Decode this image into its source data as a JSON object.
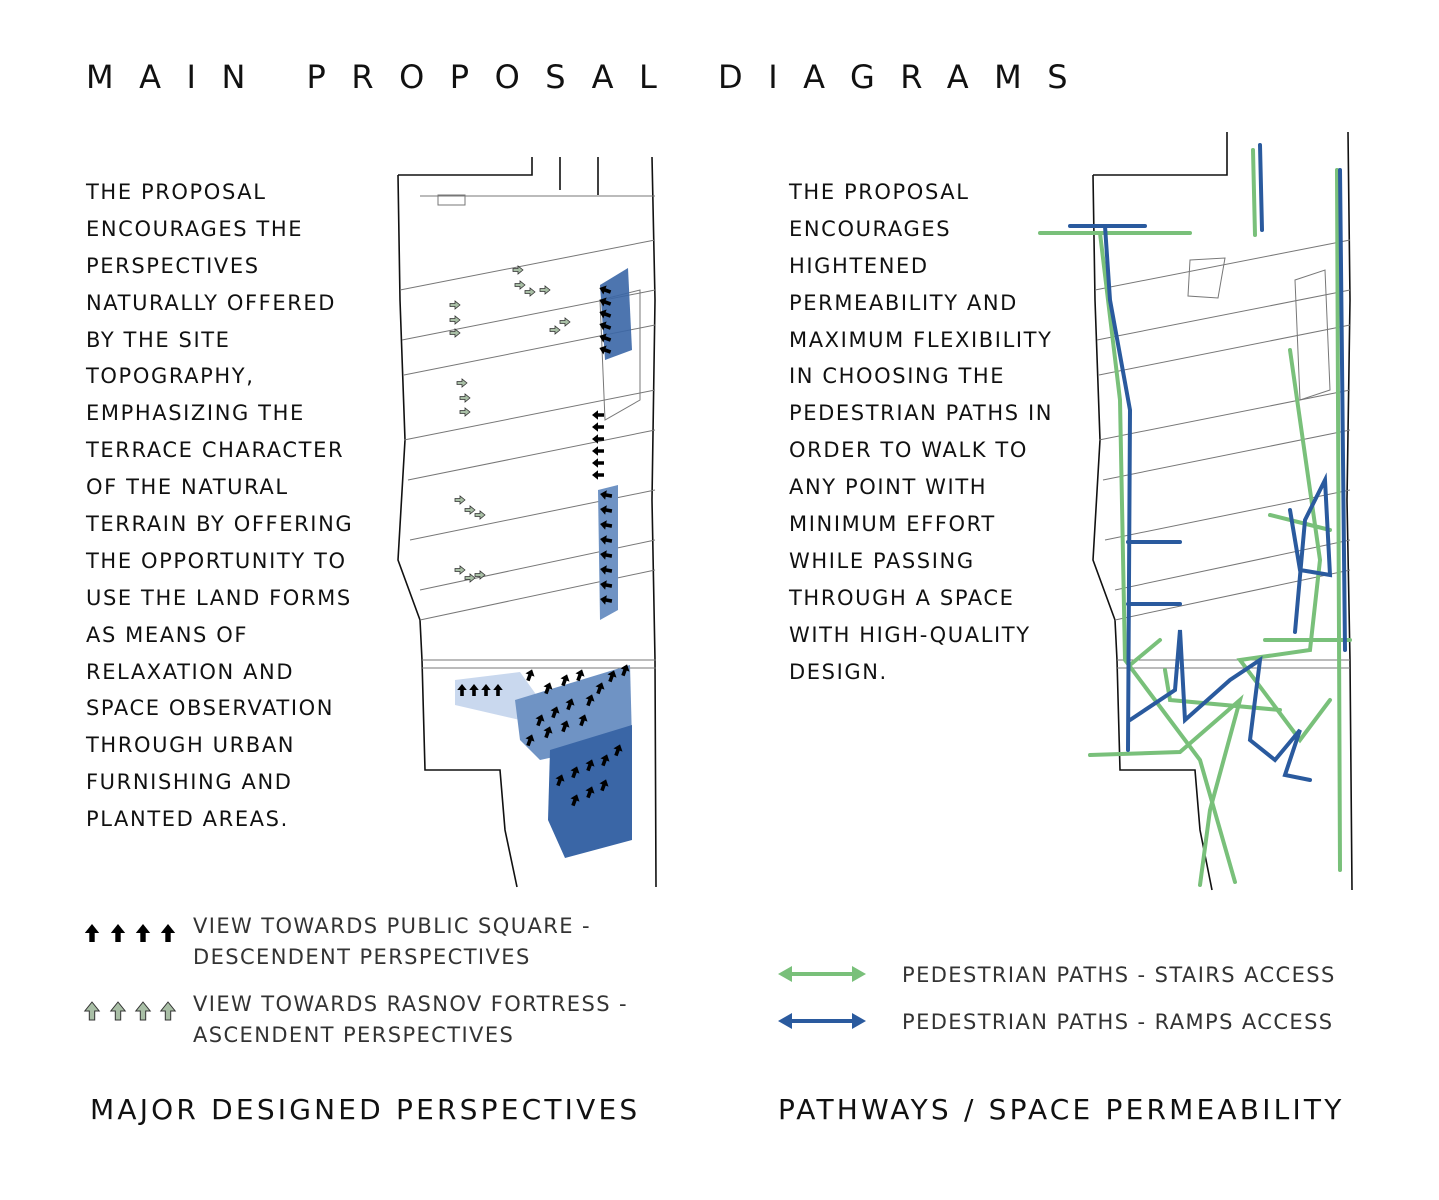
{
  "title": "MAIN PROPOSAL DIAGRAMS",
  "left_panel": {
    "text_lines": [
      "THE PROPOSAL",
      "ENCOURAGES THE",
      "PERSPECTIVES",
      "NATURALLY OFFERED",
      "BY THE SITE",
      "TOPOGRAPHY,",
      "EMPHASIZING THE",
      "TERRACE CHARACTER",
      "OF THE NATURAL",
      "TERRAIN BY OFFERING",
      "THE OPPORTUNITY TO",
      "USE THE LAND FORMS",
      "AS MEANS OF",
      "RELAXATION AND",
      "SPACE OBSERVATION",
      "THROUGH URBAN",
      "FURNISHING AND",
      "PLANTED AREAS."
    ],
    "legend": [
      {
        "icon": "black-arrow-up-icon",
        "line1": "VIEW TOWARDS PUBLIC SQUARE -",
        "line2": "DESCENDENT PERSPECTIVES",
        "color": "#000000"
      },
      {
        "icon": "green-arrow-up-icon",
        "line1": "VIEW TOWARDS RASNOV FORTRESS -",
        "line2": "ASCENDENT PERSPECTIVES",
        "color": "#a9bfa6"
      }
    ],
    "caption": "MAJOR DESIGNED PERSPECTIVES"
  },
  "right_panel": {
    "text_lines": [
      "THE PROPOSAL",
      "ENCOURAGES",
      "HIGHTENED",
      "PERMEABILITY AND",
      "MAXIMUM FLEXIBILITY",
      "IN CHOOSING THE",
      "PEDESTRIAN PATHS IN",
      "ORDER TO WALK TO",
      "ANY POINT WITH",
      "MINIMUM EFFORT",
      "WHILE PASSING",
      "THROUGH A SPACE",
      "WITH HIGH-QUALITY",
      "DESIGN."
    ],
    "legend": [
      {
        "icon": "green-double-arrow-icon",
        "label": "PEDESTRIAN PATHS - STAIRS ACCESS",
        "color": "#79c07a"
      },
      {
        "icon": "blue-double-arrow-icon",
        "label": "PEDESTRIAN PATHS - RAMPS ACCESS",
        "color": "#2a5a9e"
      }
    ],
    "caption": "PATHWAYS / SPACE PERMEABILITY"
  },
  "colors": {
    "blue_dark": "#3a66a6",
    "blue_mid": "#6f93c4",
    "blue_light": "#c9d8ee",
    "green": "#79c07a",
    "blue_path": "#2a5a9e"
  }
}
